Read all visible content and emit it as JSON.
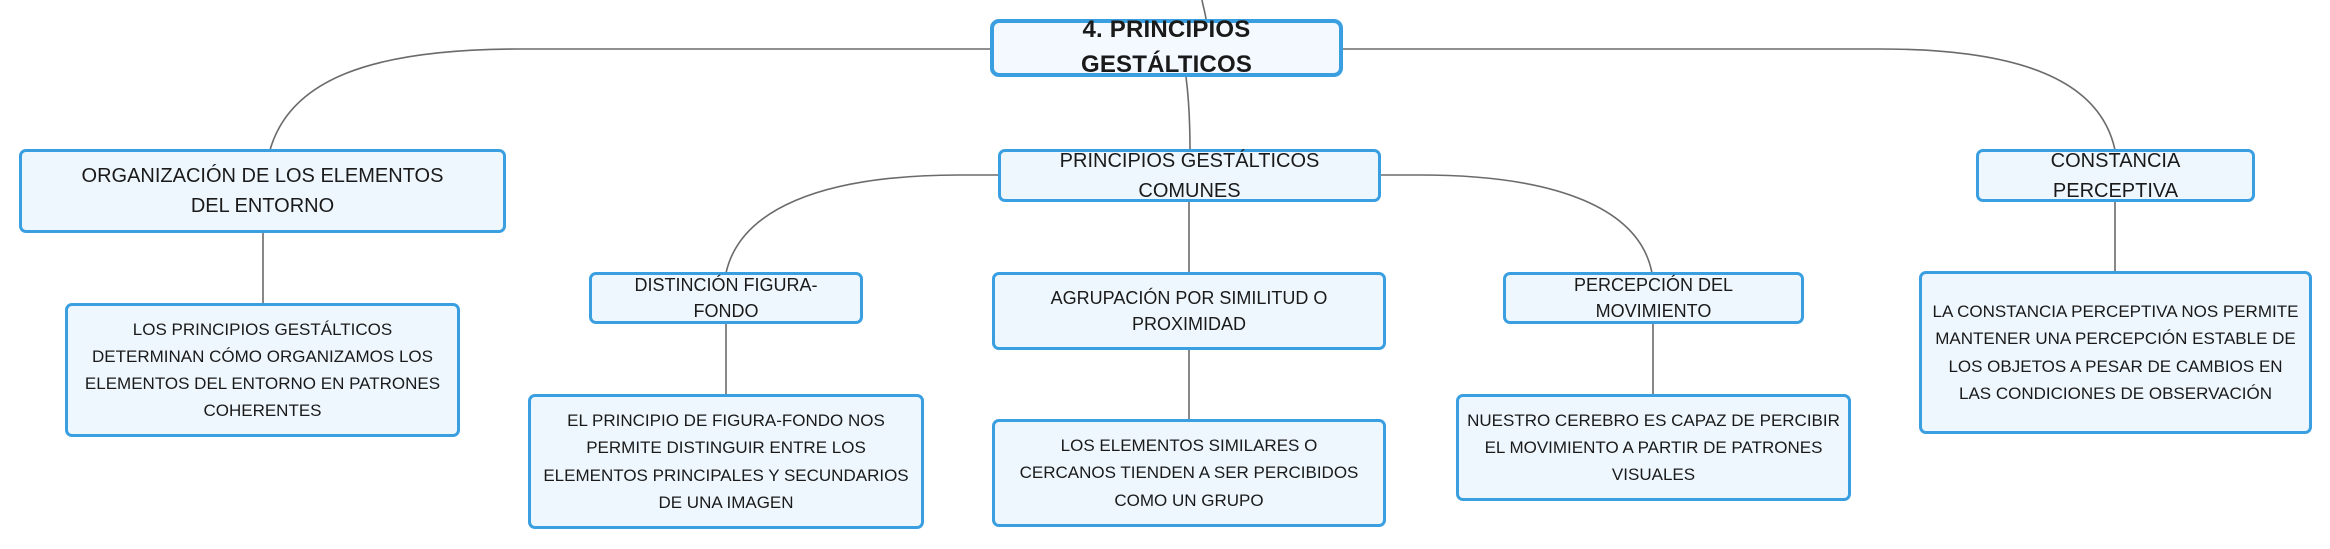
{
  "mindmap": {
    "root": {
      "label": "4. PRINCIPIOS GESTÁLTICOS"
    },
    "branches": [
      {
        "label": "ORGANIZACIÓN DE LOS ELEMENTOS DEL ENTORNO",
        "detail": "LOS PRINCIPIOS GESTÁLTICOS DETERMINAN CÓMO ORGANIZAMOS LOS ELEMENTOS DEL ENTORNO EN PATRONES COHERENTES"
      },
      {
        "label": "PRINCIPIOS GESTÁLTICOS COMUNES",
        "children": [
          {
            "label": "DISTINCIÓN FIGURA-FONDO",
            "detail": "EL PRINCIPIO DE FIGURA-FONDO NOS PERMITE DISTINGUIR ENTRE LOS ELEMENTOS PRINCIPALES Y SECUNDARIOS DE UNA IMAGEN"
          },
          {
            "label": "AGRUPACIÓN POR SIMILITUD O PROXIMIDAD",
            "detail": "LOS ELEMENTOS SIMILARES O CERCANOS TIENDEN A SER PERCIBIDOS COMO UN GRUPO"
          },
          {
            "label": "PERCEPCIÓN DEL MOVIMIENTO",
            "detail": "NUESTRO CEREBRO ES CAPAZ DE PERCIBIR EL MOVIMIENTO A PARTIR DE PATRONES VISUALES"
          }
        ]
      },
      {
        "label": "CONSTANCIA PERCEPTIVA",
        "detail": "LA CONSTANCIA PERCEPTIVA NOS PERMITE MANTENER UNA PERCEPCIÓN ESTABLE DE LOS OBJETOS A PESAR DE CAMBIOS EN LAS CONDICIONES DE OBSERVACIÓN"
      }
    ]
  }
}
